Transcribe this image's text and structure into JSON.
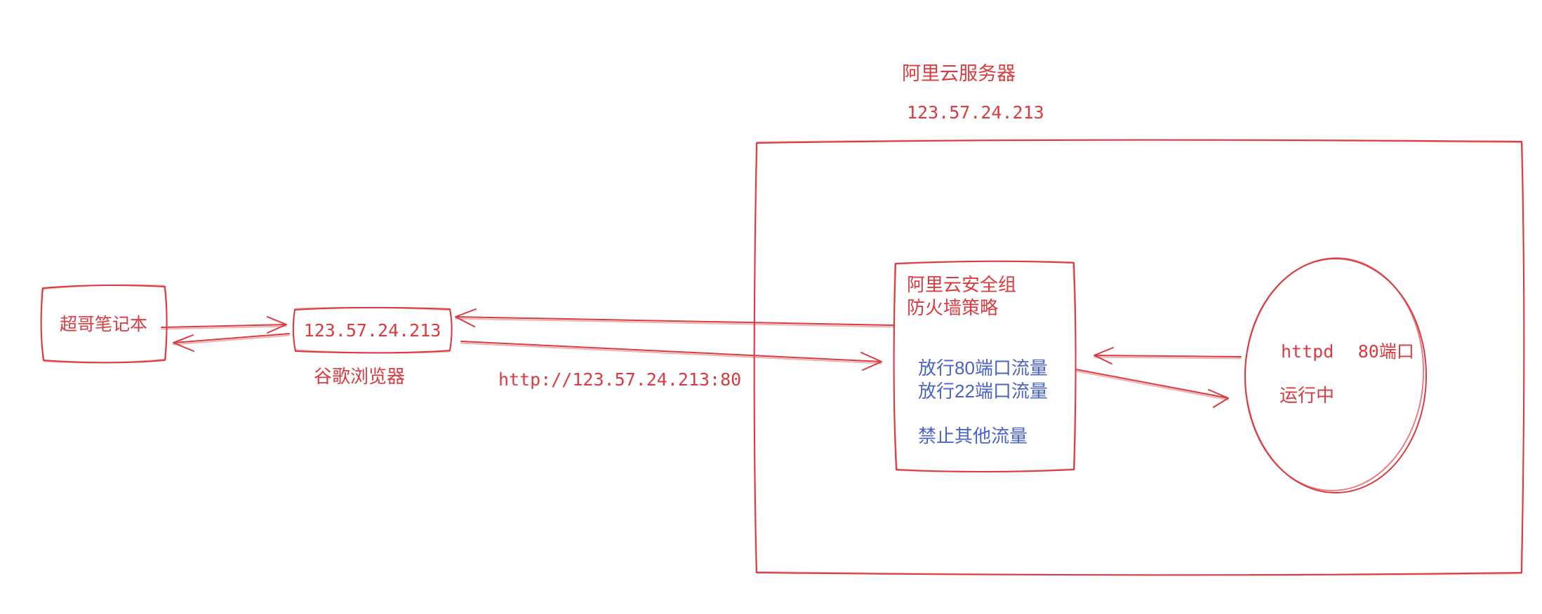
{
  "colors": {
    "red": "#d93b41",
    "blue": "#4a63c8"
  },
  "laptop": {
    "label": "超哥笔记本"
  },
  "browser": {
    "ip": "123.57.24.213",
    "label": "谷歌浏览器"
  },
  "request": {
    "url": "http://123.57.24.213:80"
  },
  "server": {
    "title": "阿里云服务器",
    "ip": "123.57.24.213"
  },
  "security_group": {
    "title_line1": "阿里云安全组",
    "title_line2": "防火墙策略",
    "allow_rules": [
      "放行80端口流量",
      "放行22端口流量"
    ],
    "deny_rule": "禁止其他流量"
  },
  "httpd": {
    "name": "httpd",
    "port": "80端口",
    "status": "运行中"
  }
}
